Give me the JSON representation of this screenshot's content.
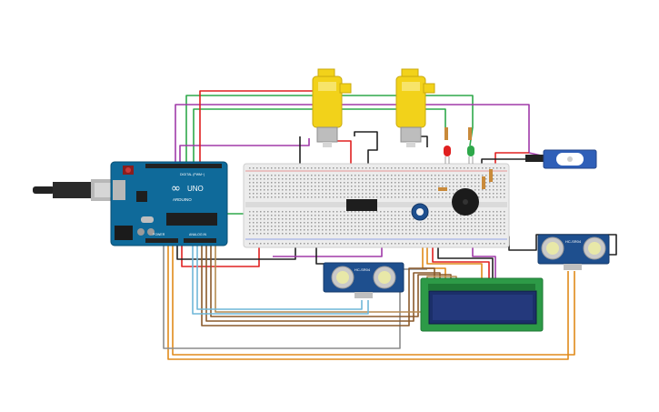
{
  "arduino": {
    "brand_mark": "∞",
    "model_label": "UNO",
    "product_name": "ARDUINO",
    "digital_header": "DIGITAL (PWM~)",
    "power_header": "POWER",
    "analog_header": "ANALOG IN"
  },
  "ultrasonic_left": {
    "model": "HC-SR04"
  },
  "ultrasonic_right": {
    "model": "HC-SR04"
  },
  "lcd": {
    "text_line_1": "",
    "text_line_2": ""
  },
  "ic": {
    "label": ""
  },
  "colors": {
    "wire_red": "#e02020",
    "wire_black": "#222222",
    "wire_green": "#2ea84a",
    "wire_purple": "#a03aa8",
    "wire_orange": "#e08a1a",
    "wire_brown": "#8a5a2b",
    "wire_gray": "#8c8c8c",
    "wire_lightblue": "#6fb7d8",
    "arduino_blue": "#0f6a9a",
    "breadboard": "#ececec",
    "motor_yellow": "#f2d21a",
    "lcd_green": "#2d9a47",
    "lcd_screen": "#1b2f6a",
    "sensor_blue": "#1e4f8e",
    "servo_blue": "#2f5fb8"
  }
}
